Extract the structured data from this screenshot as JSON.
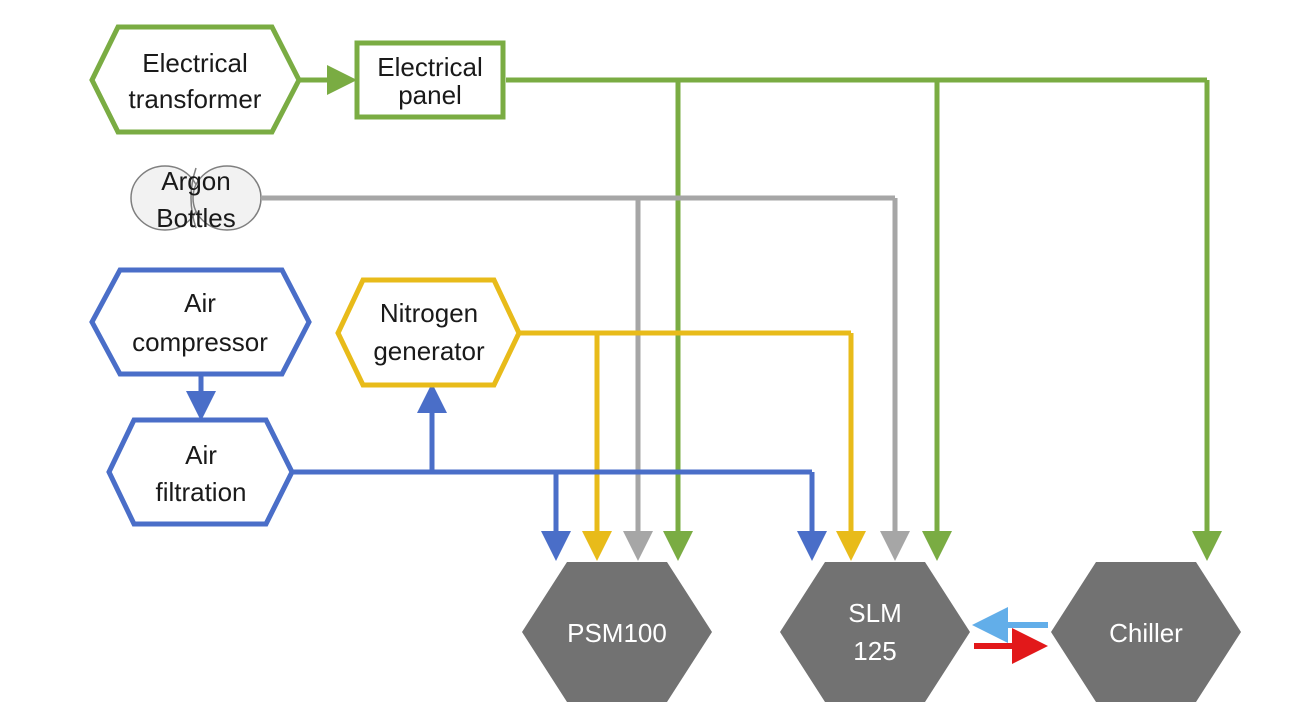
{
  "colors": {
    "electric": "#7aac43",
    "argon": "#a6a6a6",
    "air": "#4a6ec8",
    "nitrogen": "#e8bb1a",
    "machine_fill": "#727272",
    "bottle_fill": "#f2f2f2",
    "cold_flow": "#62aee9",
    "hot_flow": "#e2181a"
  },
  "nodes": {
    "transformer": {
      "line1": "Electrical",
      "line2": "transformer",
      "icon": "hexagon-outline"
    },
    "panel": {
      "line1": "Electrical",
      "line2": "panel",
      "icon": "rectangle-outline"
    },
    "argon": {
      "line1": "Argon",
      "line2": "Bottles",
      "icon": "gas-bottles-icon"
    },
    "compressor": {
      "line1": "Air",
      "line2": "compressor",
      "icon": "hexagon-outline"
    },
    "filtration": {
      "line1": "Air",
      "line2": "filtration",
      "icon": "hexagon-outline"
    },
    "nitrogen": {
      "line1": "Nitrogen",
      "line2": "generator",
      "icon": "hexagon-outline"
    },
    "psm": {
      "label": "PSM100",
      "icon": "hexagon-filled"
    },
    "slm": {
      "line1": "SLM",
      "line2": "125",
      "icon": "hexagon-filled"
    },
    "chiller": {
      "label": "Chiller",
      "icon": "hexagon-filled"
    }
  }
}
